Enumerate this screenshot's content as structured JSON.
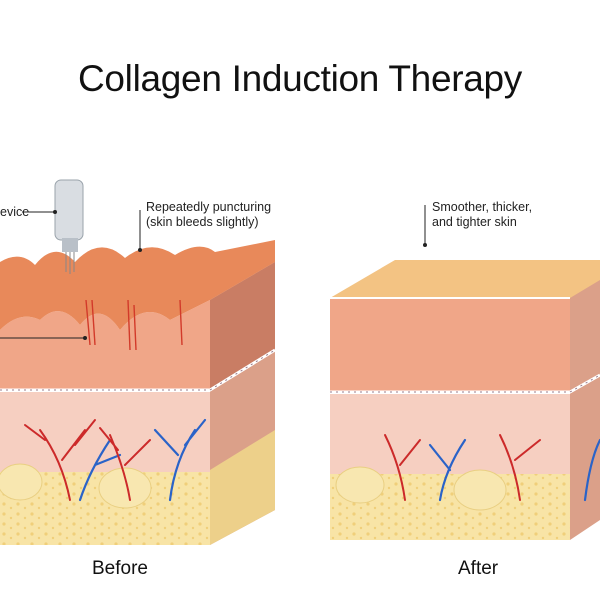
{
  "title": "Collagen Induction Therapy",
  "labels": {
    "device": "evice",
    "puncture_line1": "Repeatedly puncturing",
    "puncture_line2": "(skin bleeds slightly)",
    "after_line1": "Smoother, thicker,",
    "after_line2": "and tighter skin"
  },
  "captions": {
    "before": "Before",
    "after": "After"
  },
  "colors": {
    "epidermis_top": "#e8895a",
    "epidermis": "#f0a688",
    "dermis": "#f6cfc1",
    "fat": "#f6df98",
    "after_top": "#f3c383",
    "vein": "#2a63c8",
    "artery": "#cc2a2a"
  }
}
